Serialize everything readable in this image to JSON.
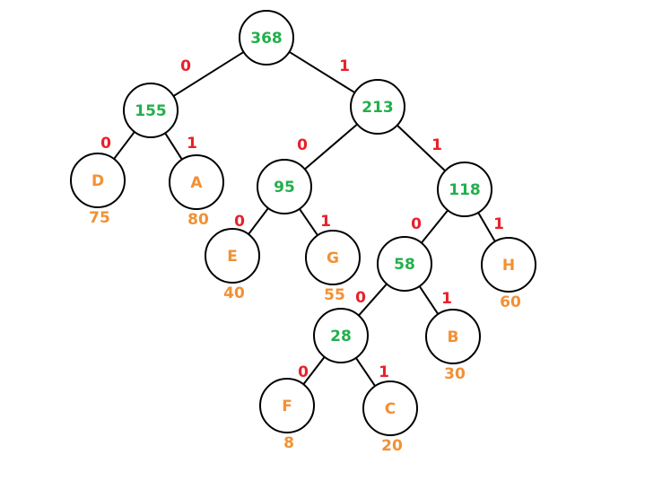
{
  "colors": {
    "internal": "#22b04b",
    "leaf": "#f39033",
    "edge_label": "#e8202a",
    "stroke": "#000000"
  },
  "tree": {
    "nodes": [
      {
        "id": "n368",
        "kind": "internal",
        "label": "368"
      },
      {
        "id": "n155",
        "kind": "internal",
        "label": "155"
      },
      {
        "id": "n213",
        "kind": "internal",
        "label": "213"
      },
      {
        "id": "nD",
        "kind": "leaf",
        "label": "D",
        "weight": "75"
      },
      {
        "id": "nA",
        "kind": "leaf",
        "label": "A",
        "weight": "80"
      },
      {
        "id": "n95",
        "kind": "internal",
        "label": "95"
      },
      {
        "id": "n118",
        "kind": "internal",
        "label": "118"
      },
      {
        "id": "nE",
        "kind": "leaf",
        "label": "E",
        "weight": "40"
      },
      {
        "id": "nG",
        "kind": "leaf",
        "label": "G",
        "weight": "55"
      },
      {
        "id": "n58",
        "kind": "internal",
        "label": "58"
      },
      {
        "id": "nH",
        "kind": "leaf",
        "label": "H",
        "weight": "60"
      },
      {
        "id": "n28",
        "kind": "internal",
        "label": "28"
      },
      {
        "id": "nB",
        "kind": "leaf",
        "label": "B",
        "weight": "30"
      },
      {
        "id": "nF",
        "kind": "leaf",
        "label": "F",
        "weight": "8"
      },
      {
        "id": "nC",
        "kind": "leaf",
        "label": "C",
        "weight": "20"
      }
    ],
    "edges": [
      {
        "id": "e368-155",
        "from": "n368",
        "to": "n155",
        "label": "0"
      },
      {
        "id": "e368-213",
        "from": "n368",
        "to": "n213",
        "label": "1"
      },
      {
        "id": "e155-D",
        "from": "n155",
        "to": "nD",
        "label": "0"
      },
      {
        "id": "e155-A",
        "from": "n155",
        "to": "nA",
        "label": "1"
      },
      {
        "id": "e213-95",
        "from": "n213",
        "to": "n95",
        "label": "0"
      },
      {
        "id": "e213-118",
        "from": "n213",
        "to": "n118",
        "label": "1"
      },
      {
        "id": "e95-E",
        "from": "n95",
        "to": "nE",
        "label": "0"
      },
      {
        "id": "e95-G",
        "from": "n95",
        "to": "nG",
        "label": "1"
      },
      {
        "id": "e118-58",
        "from": "n118",
        "to": "n58",
        "label": "0"
      },
      {
        "id": "e118-H",
        "from": "n118",
        "to": "nH",
        "label": "1"
      },
      {
        "id": "e58-28",
        "from": "n58",
        "to": "n28",
        "label": "0"
      },
      {
        "id": "e58-B",
        "from": "n58",
        "to": "nB",
        "label": "1"
      },
      {
        "id": "e28-F",
        "from": "n28",
        "to": "nF",
        "label": "0"
      },
      {
        "id": "e28-C",
        "from": "n28",
        "to": "nC",
        "label": "1"
      }
    ]
  }
}
